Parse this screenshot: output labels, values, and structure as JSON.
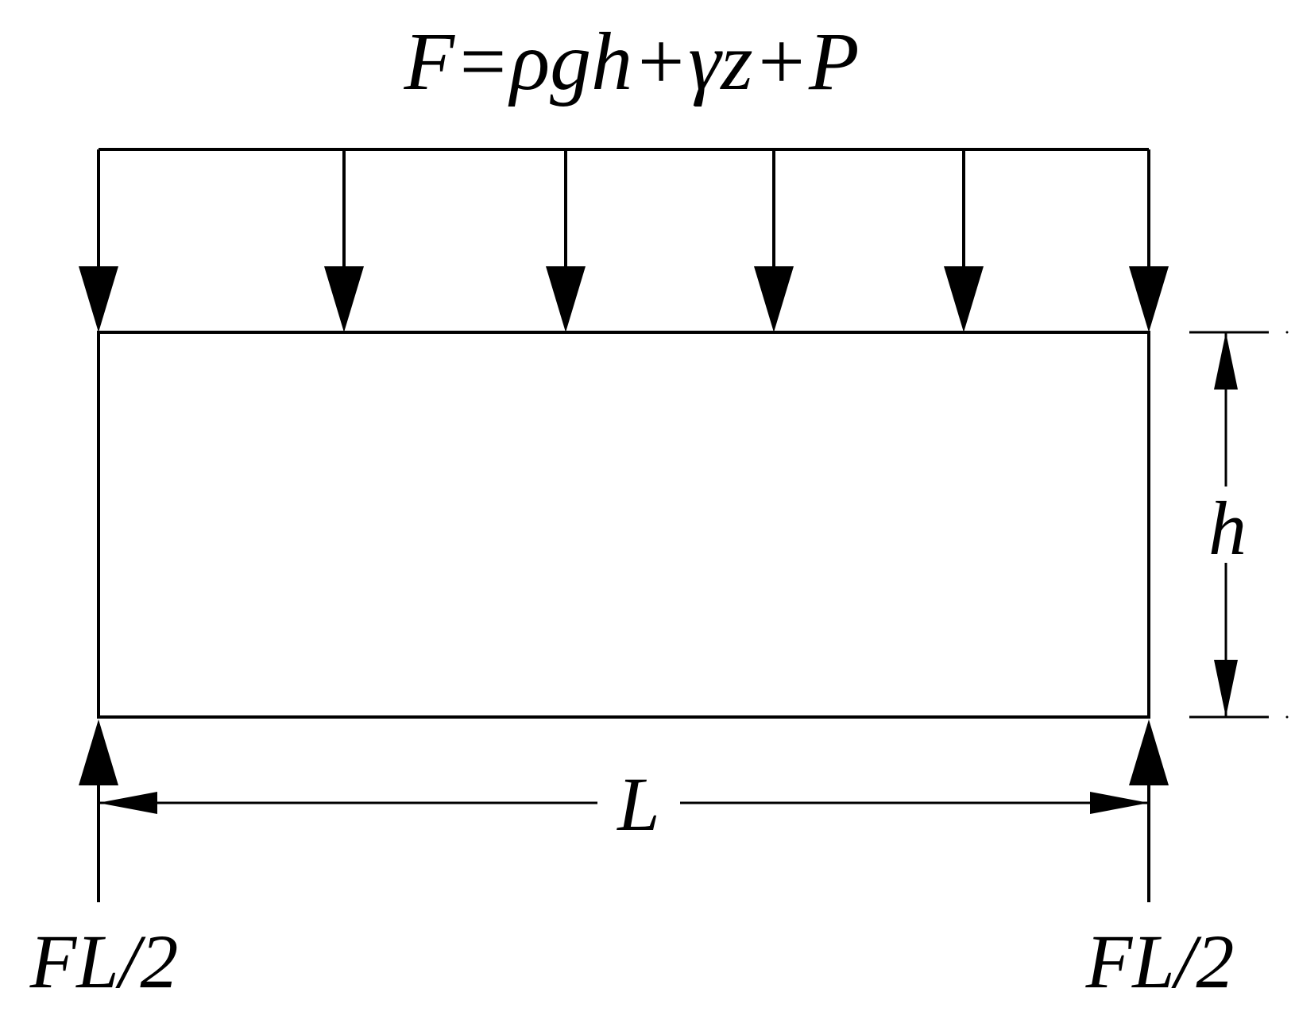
{
  "load": {
    "formula": "F=ρgh+γz+P"
  },
  "dimensions": {
    "height_label": "h",
    "length_label": "L"
  },
  "reactions": {
    "left_label": "FL/2",
    "right_label": "FL/2"
  },
  "colors": {
    "stroke": "#000000",
    "background": "#ffffff"
  }
}
